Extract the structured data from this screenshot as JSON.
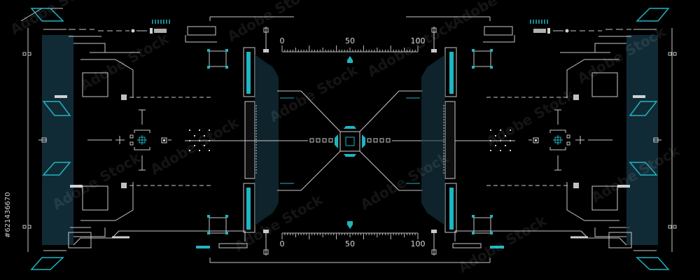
{
  "hud": {
    "colors": {
      "background": "#000000",
      "line": "#c9c9c9",
      "accent": "#1fb5c1",
      "accent_dark": "#0f5a66",
      "panel": "#173a48"
    },
    "top_gauge": {
      "min_label": "0",
      "mid_label": "50",
      "max_label": "100",
      "marker_value": 50
    },
    "bottom_gauge": {
      "min_label": "0",
      "mid_label": "50",
      "max_label": "100",
      "marker_value": 50
    }
  },
  "watermark": {
    "text": "Adobe Stock",
    "id": "#621436670"
  }
}
